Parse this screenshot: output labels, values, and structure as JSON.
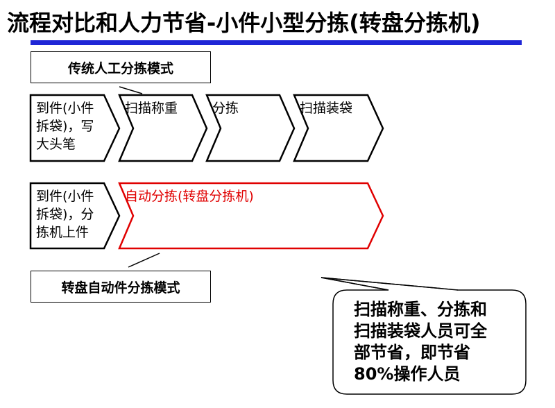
{
  "title": "流程对比和人力节省-小件小型分拣(转盘分拣机)",
  "colors": {
    "title_bar": "#1f26d6",
    "highlight": "#e00000"
  },
  "traditional": {
    "label": "传统人工分拣模式",
    "steps": [
      {
        "lines": [
          "到件(小件",
          "拆袋)，写",
          "大头笔"
        ]
      },
      {
        "lines": [
          "扫描称重"
        ]
      },
      {
        "lines": [
          "分拣"
        ]
      },
      {
        "lines": [
          "扫描装袋"
        ]
      }
    ]
  },
  "automatic": {
    "label": "转盘自动件分拣模式",
    "steps": [
      {
        "lines": [
          "到件(小件",
          "拆袋)，分",
          "拣机上件"
        ]
      },
      {
        "lines": [
          "自动分拣(转盘分拣机)"
        ]
      }
    ]
  },
  "callout": {
    "lines": [
      "扫描称重、分拣和",
      "扫描装袋人员可全",
      "部节省，即节省",
      "80%操作人员"
    ]
  }
}
